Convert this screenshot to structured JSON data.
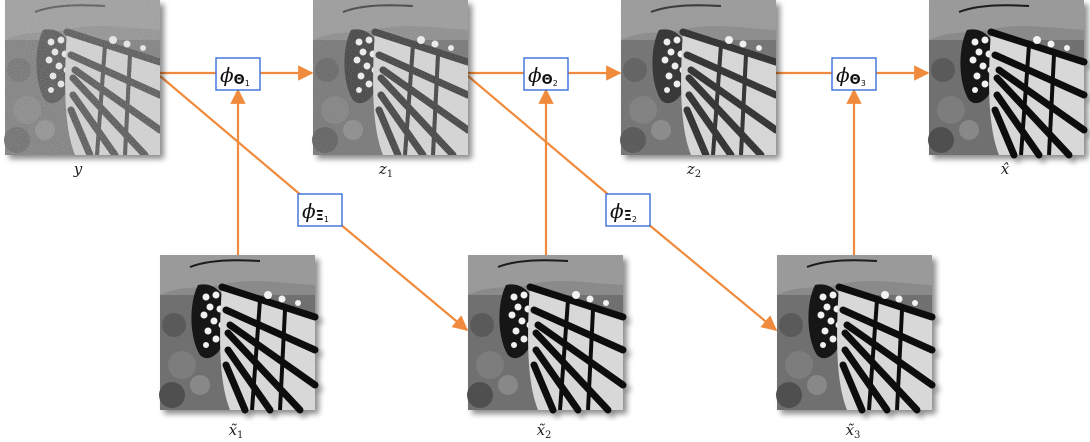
{
  "colors": {
    "arrow": "#f08a3c",
    "box_border": "#3a6fd8",
    "box_fill": "#ffffff"
  },
  "images": [
    {
      "key": "y",
      "label": "y",
      "noise": "high",
      "icon": "butterfly-wing-image"
    },
    {
      "key": "z1",
      "label": "z",
      "label_sub": "1",
      "noise": "medium",
      "icon": "butterfly-wing-image"
    },
    {
      "key": "z2",
      "label": "z",
      "label_sub": "2",
      "noise": "low",
      "icon": "butterfly-wing-image"
    },
    {
      "key": "xhat",
      "label": "x̂",
      "noise": "none",
      "icon": "butterfly-wing-image"
    },
    {
      "key": "x1",
      "label": "x̃",
      "label_sub": "1",
      "noise": "none",
      "icon": "butterfly-wing-image"
    },
    {
      "key": "x2",
      "label": "x̃",
      "label_sub": "2",
      "noise": "none",
      "icon": "butterfly-wing-image"
    },
    {
      "key": "x3",
      "label": "x̃",
      "label_sub": "3",
      "noise": "none",
      "icon": "butterfly-wing-image"
    }
  ],
  "operators": [
    {
      "key": "theta1",
      "symbol": "ϕ",
      "sub": "Θ",
      "subsub": "1"
    },
    {
      "key": "theta2",
      "symbol": "ϕ",
      "sub": "Θ",
      "subsub": "2"
    },
    {
      "key": "theta3",
      "symbol": "ϕ",
      "sub": "Θ",
      "subsub": "3"
    },
    {
      "key": "xi1",
      "symbol": "ϕ",
      "sub": "Ξ",
      "subsub": "1"
    },
    {
      "key": "xi2",
      "symbol": "ϕ",
      "sub": "Ξ",
      "subsub": "2"
    }
  ]
}
